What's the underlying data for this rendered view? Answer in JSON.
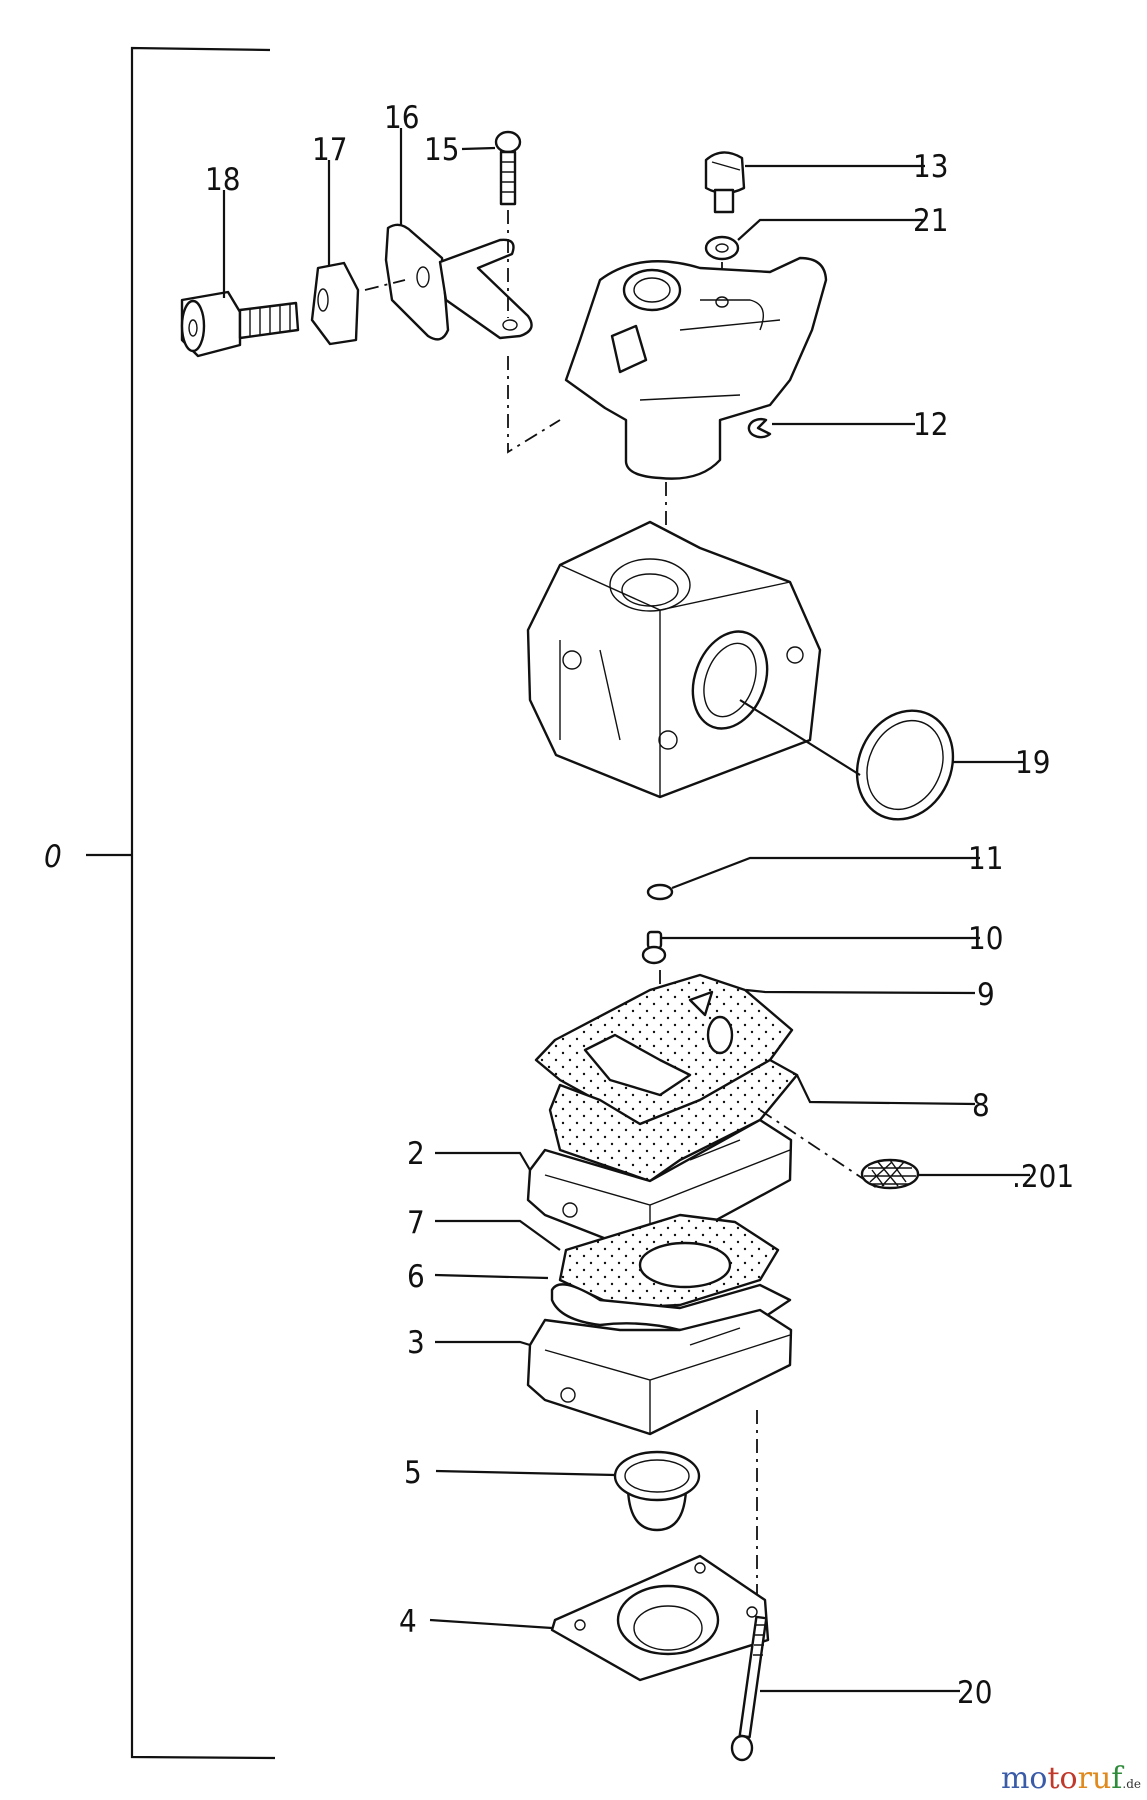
{
  "diagram": {
    "group_label": "0",
    "callouts": [
      {
        "id": "18",
        "label": "18"
      },
      {
        "id": "17",
        "label": "17"
      },
      {
        "id": "16",
        "label": "16"
      },
      {
        "id": "15",
        "label": "15"
      },
      {
        "id": "13",
        "label": "13"
      },
      {
        "id": "21",
        "label": "21"
      },
      {
        "id": "12",
        "label": "12"
      },
      {
        "id": "19",
        "label": "19"
      },
      {
        "id": "11",
        "label": "11"
      },
      {
        "id": "10",
        "label": "10"
      },
      {
        "id": "9",
        "label": "9"
      },
      {
        "id": "8",
        "label": "8"
      },
      {
        "id": "201",
        "label": ".201"
      },
      {
        "id": "2",
        "label": "2"
      },
      {
        "id": "7",
        "label": "7"
      },
      {
        "id": "6",
        "label": "6"
      },
      {
        "id": "3",
        "label": "3"
      },
      {
        "id": "5",
        "label": "5"
      },
      {
        "id": "4",
        "label": "4"
      },
      {
        "id": "20",
        "label": "20"
      }
    ]
  },
  "watermark": {
    "part1": "mo",
    "part2": "to",
    "part3": "ru",
    "part4": "f",
    "suffix": ".de",
    "colors": [
      "#3a5ba8",
      "#c0392b",
      "#e08a1e",
      "#2e8b3a"
    ]
  }
}
